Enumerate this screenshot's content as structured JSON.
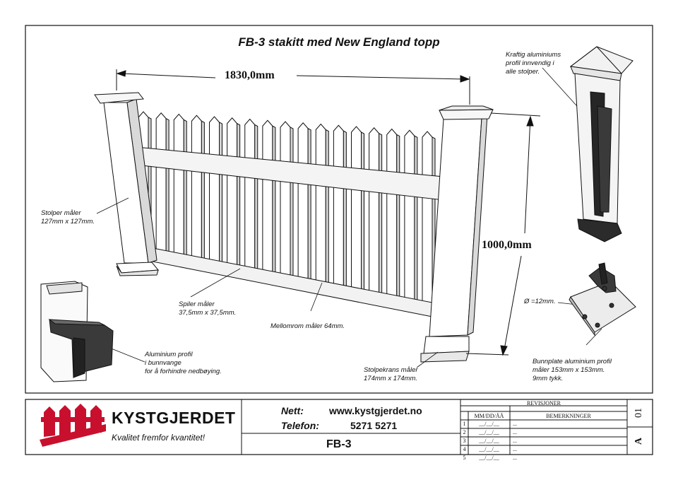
{
  "title": "FB-3 stakitt med New England topp",
  "dimensions": {
    "width": "1830,0mm",
    "height": "1000,0mm"
  },
  "annotations": {
    "posts_line1": "Stolper måler",
    "posts_line2": "127mm x 127mm.",
    "pickets_line1": "Spiler måler",
    "pickets_line2": "37,5mm x 37,5mm.",
    "spacing": "Mellomrom måler 64mm.",
    "collar_line1": "Stolpekrans måler",
    "collar_line2": "174mm x 174mm.",
    "rail_line1": "Aluminium profil",
    "rail_line2": "i bunnvange",
    "rail_line3": "for å forhindre nedbøying.",
    "insert_line1": "Kraftig aluminiums",
    "insert_line2": "profil innvendig i",
    "insert_line3": "alle stolper.",
    "hole": "Ø =12mm.",
    "base_line1": "Bunnplate aluminium profil",
    "base_line2": "måler 153mm x 153mm.",
    "base_line3": "9mm tykk."
  },
  "title_block": {
    "brand": "KYSTGJERDET",
    "slogan": "Kvalitet fremfor kvantitet!",
    "web_label": "Nett:",
    "web_value": "www.kystgjerdet.no",
    "phone_label": "Telefon:",
    "phone_value": "5271 5271",
    "drawing_no": "FB-3",
    "revisions_title": "REVISJONER",
    "col_date": "MM/DD/ÅÅ",
    "col_remarks": "BEMERKNINGER",
    "rows": [
      "1",
      "2",
      "3",
      "4",
      "5"
    ],
    "row_date": "__/__/__",
    "row_remark": "...",
    "sheet_no": "01",
    "revision": "A"
  },
  "colors": {
    "brand_red": "#c8102e",
    "line": "#111111",
    "dark_metal": "#2b2b2b"
  }
}
